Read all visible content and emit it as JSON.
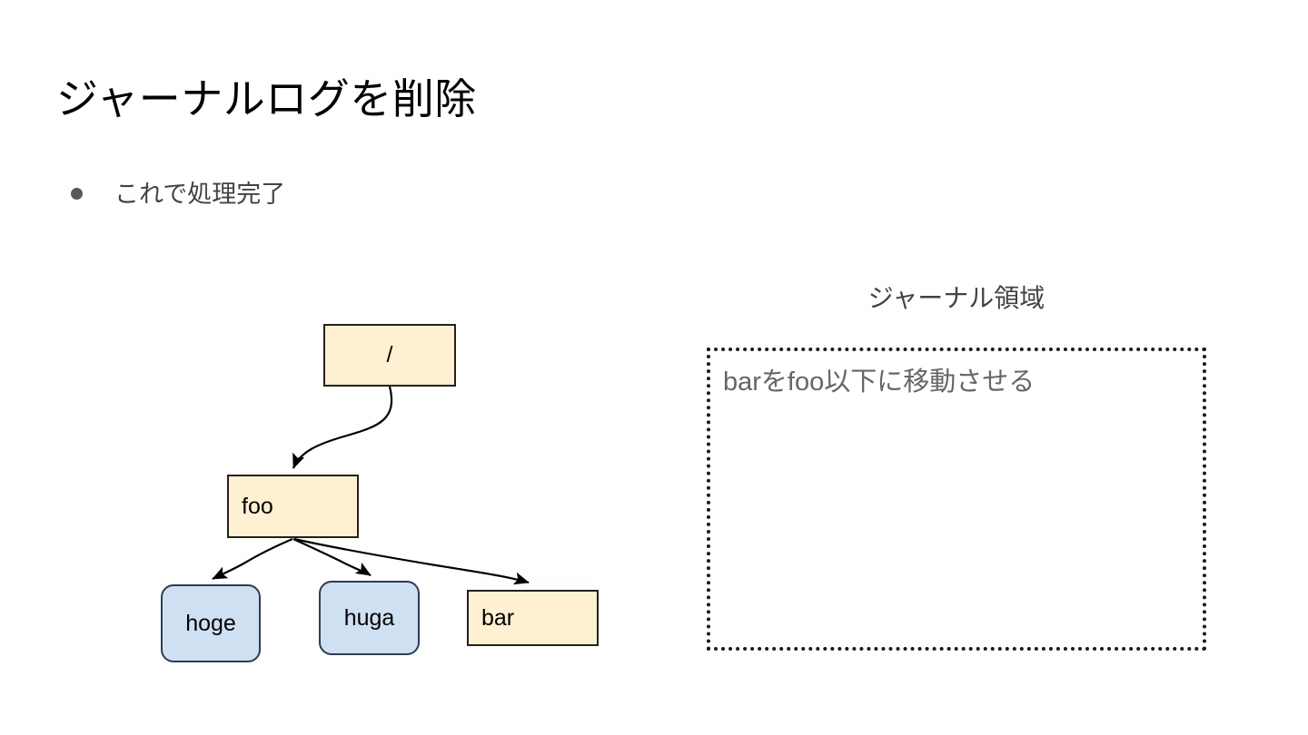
{
  "slide": {
    "title": "ジャーナルログを削除",
    "background_color": "#ffffff",
    "title_color": "#000000"
  },
  "bullets": [
    {
      "text": "これで処理完了",
      "marker": "filled-circle",
      "color": "#434343"
    }
  ],
  "diagram": {
    "type": "tree",
    "nodes": [
      {
        "id": "root",
        "label": "/",
        "shape": "rect",
        "fill": "#fdf1d2",
        "stroke": "#24201a",
        "align": "center"
      },
      {
        "id": "foo",
        "label": "foo",
        "shape": "rect",
        "fill": "#fdf1d2",
        "stroke": "#24201a",
        "align": "left"
      },
      {
        "id": "hoge",
        "label": "hoge",
        "shape": "round-rect",
        "fill": "#cfe0f3",
        "stroke": "#2c3c52",
        "align": "center"
      },
      {
        "id": "huga",
        "label": "huga",
        "shape": "round-rect",
        "fill": "#cfe0f3",
        "stroke": "#2c3c52",
        "align": "center"
      },
      {
        "id": "bar",
        "label": "bar",
        "shape": "rect",
        "fill": "#fdf1d2",
        "stroke": "#24201a",
        "align": "left"
      }
    ],
    "edges": [
      {
        "from": "root",
        "to": "foo",
        "style": "curved-arrow"
      },
      {
        "from": "foo",
        "to": "hoge",
        "style": "curved-arrow"
      },
      {
        "from": "foo",
        "to": "huga",
        "style": "curved-arrow"
      },
      {
        "from": "foo",
        "to": "bar",
        "style": "curved-arrow"
      }
    ]
  },
  "journal": {
    "title": "ジャーナル領域",
    "title_color": "#434343",
    "border_style": "dotted",
    "border_color": "#1a1a1a",
    "entries": [
      {
        "text": "barをfoo以下に移動させる",
        "color": "#666666"
      }
    ]
  }
}
